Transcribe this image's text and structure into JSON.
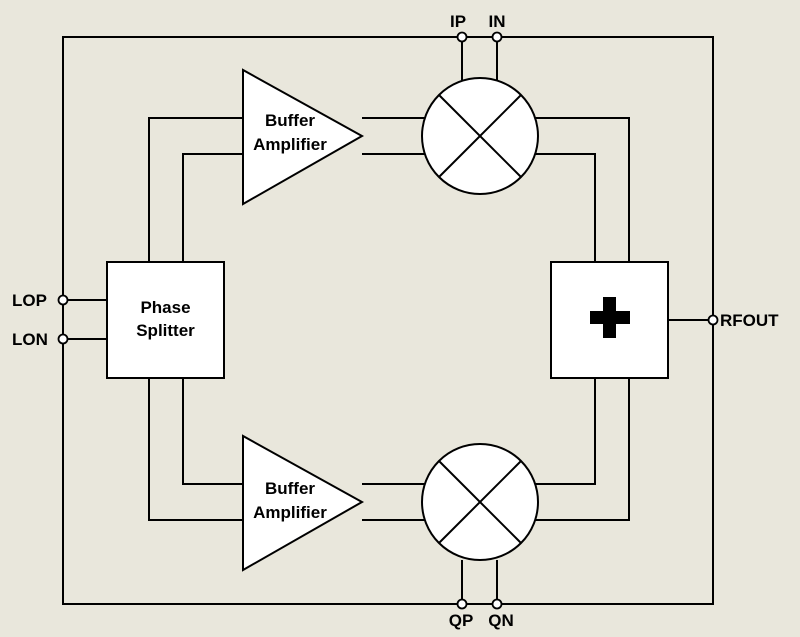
{
  "pins": {
    "ip": "IP",
    "in": "IN",
    "qp": "QP",
    "qn": "QN",
    "lop": "LOP",
    "lon": "LON",
    "rfout": "RFOUT"
  },
  "blocks": {
    "phase_splitter": {
      "line1": "Phase",
      "line2": "Splitter"
    },
    "buffer_amp_top": {
      "line1": "Buffer",
      "line2": "Amplifier"
    },
    "buffer_amp_bottom": {
      "line1": "Buffer",
      "line2": "Amplifier"
    },
    "summer": {
      "symbol": "plus"
    },
    "mixer_top": {
      "symbol": "multiply"
    },
    "mixer_bottom": {
      "symbol": "multiply"
    }
  },
  "colors": {
    "background": "#e9e7dc",
    "block_fill": "#ffffff",
    "line": "#000000"
  }
}
